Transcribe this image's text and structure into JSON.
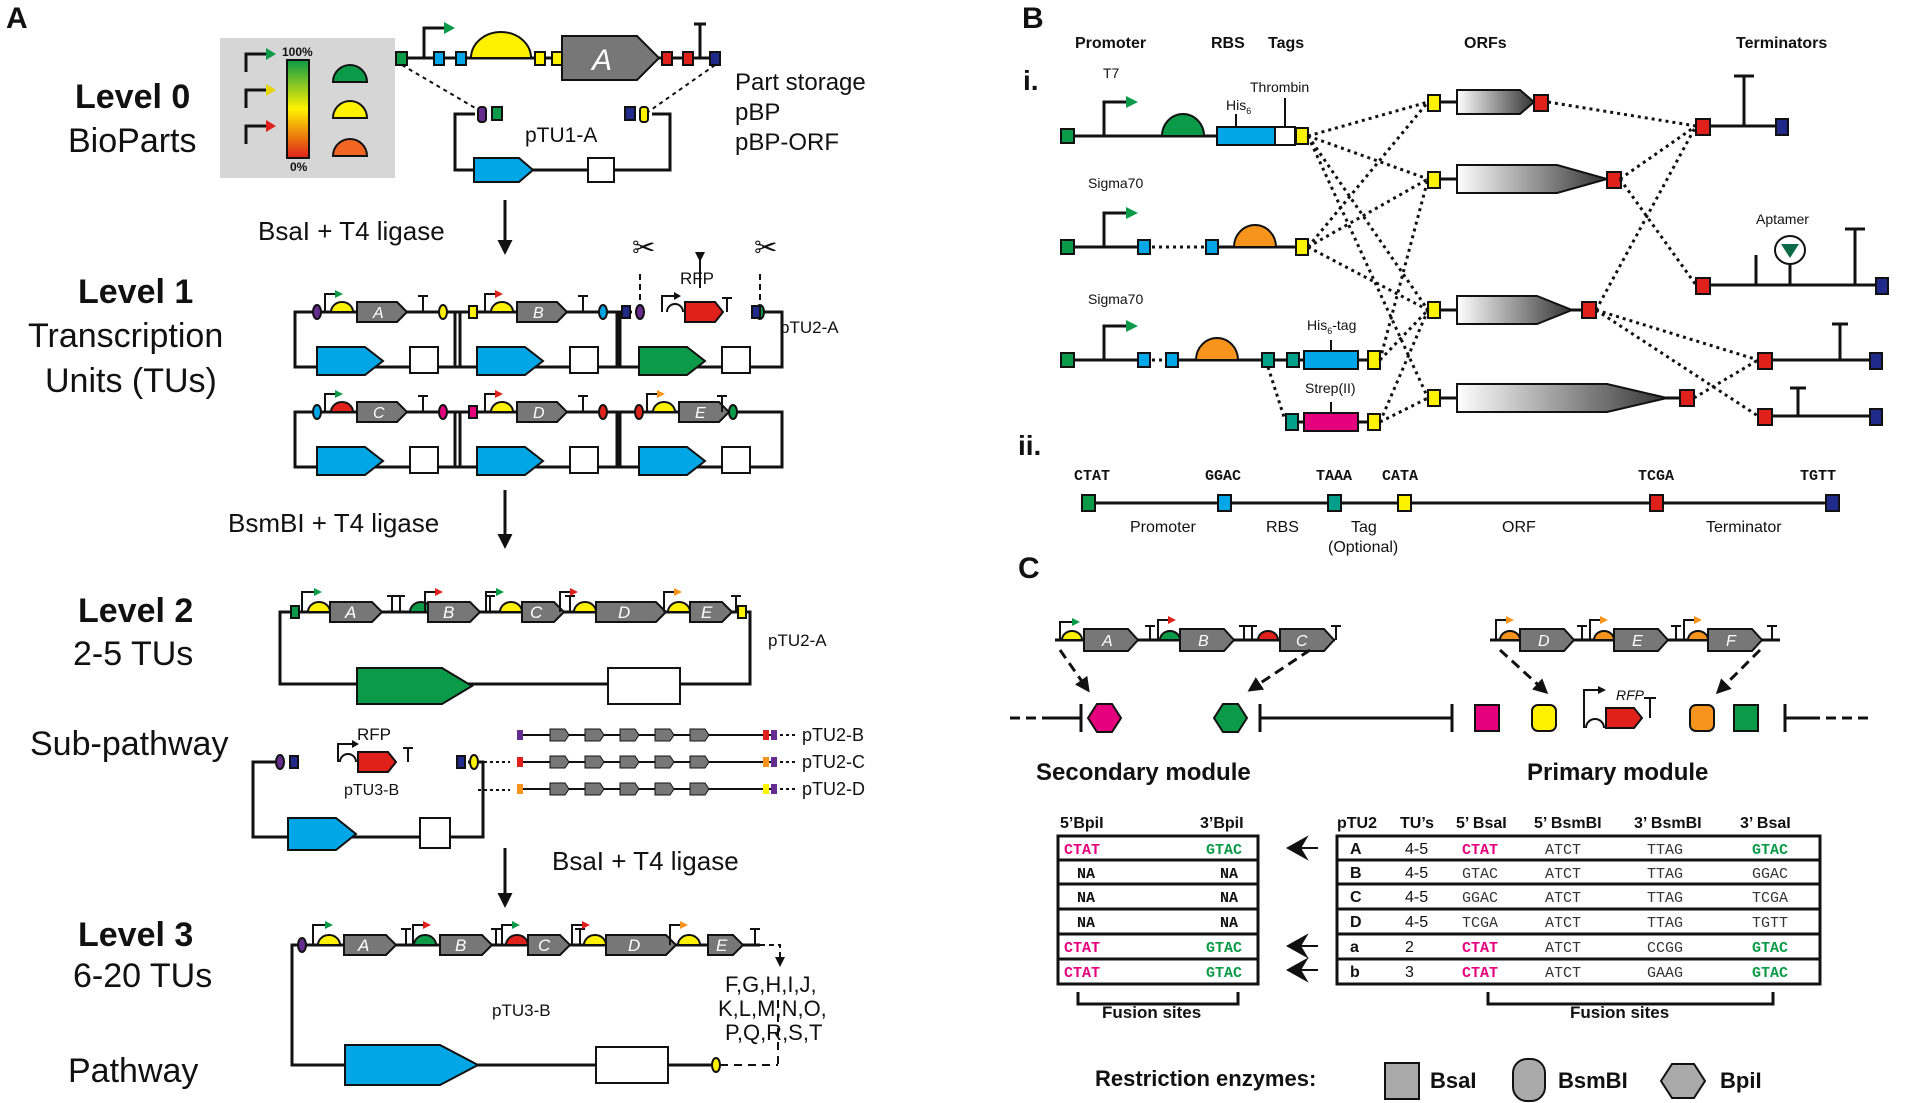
{
  "panels": {
    "a": "A",
    "b": "B",
    "c": "C"
  },
  "colors": {
    "green": "#0a9a48",
    "yellow": "#fff200",
    "red": "#e0201b",
    "blue": "#00a6e6",
    "magenta": "#e5007e",
    "orange": "#f7941d",
    "teal": "#00a08a",
    "navy": "#1f2a8a",
    "purple": "#662d91",
    "gray": "#777777",
    "panel_bg": "#d6d6d6"
  },
  "panelA": {
    "level0": {
      "title": "Level 0",
      "subtitle": "BioParts"
    },
    "legend": {
      "top": "100%",
      "bottom": "0%"
    },
    "gene_a": "A",
    "storage": {
      "line1": "Part storage",
      "line2": "pBP",
      "line3": "pBP-ORF"
    },
    "ptu1": "pTU1-A",
    "step1": "BsaI + T4 ligase",
    "level1": {
      "title": "Level 1",
      "sub1": "Transcription",
      "sub2": "Units (TUs)"
    },
    "tu_genes": [
      "A",
      "B",
      "C",
      "D",
      "E"
    ],
    "rfp": "RFP",
    "ptu2a_l1": "pTU2-A",
    "step2": "BsmBI + T4 ligase",
    "level2": {
      "title": "Level 2",
      "sub": "2-5 TUs"
    },
    "level2_genes": [
      "A",
      "B",
      "C",
      "D",
      "E"
    ],
    "ptu2a_l2": "pTU2-A",
    "subpathway": "Sub-pathway",
    "ptu3b_small": "pTU3-B",
    "rows": [
      "pTU2-B",
      "pTU2-C",
      "pTU2-D"
    ],
    "step3": "BsaI + T4 ligase",
    "level3": {
      "title": "Level 3",
      "sub": "6-20 TUs"
    },
    "level3_genes": [
      "A",
      "B",
      "C",
      "D",
      "E"
    ],
    "ptu3b": "pTU3-B",
    "extra_genes": {
      "l1": "F,G,H,I,J,",
      "l2": "K,L,M,N,O,",
      "l3": "P,Q,R,S,T"
    },
    "pathway": "Pathway"
  },
  "panelB": {
    "headers": {
      "promoter": "Promoter",
      "rbs": "RBS",
      "tags": "Tags",
      "orfs": "ORFs",
      "terminators": "Terminators"
    },
    "roman": {
      "i": "i.",
      "ii": "ii."
    },
    "t7": "T7",
    "thrombin": "Thrombin",
    "his": "His",
    "his_sub": "6",
    "sigma1": "Sigma70",
    "aptamer": "Aptamer",
    "sigma2": "Sigma70",
    "his_tag": "His",
    "his_tag_sub": "6",
    "his_tag_suffix": "-tag",
    "strep": "Strep(II)",
    "overhangs": [
      "CTAT",
      "GGAC",
      "TAAA",
      "CATA",
      "TCGA",
      "TGTT"
    ],
    "labels_ii": {
      "promoter": "Promoter",
      "rbs": "RBS",
      "tag": "Tag",
      "optional": "(Optional)",
      "orf": "ORF",
      "terminator": "Terminator"
    }
  },
  "panelC": {
    "genes_left": [
      "A",
      "B",
      "C"
    ],
    "genes_right": [
      "D",
      "E",
      "F"
    ],
    "rfp": "RFP",
    "secondary": "Secondary module",
    "primary": "Primary module",
    "left_table": {
      "headers": [
        "5’BpiI",
        "3’BpiI"
      ],
      "rows": [
        [
          "CTAT",
          "GTAC"
        ],
        [
          "NA",
          "NA"
        ],
        [
          "NA",
          "NA"
        ],
        [
          "NA",
          "NA"
        ],
        [
          "CTAT",
          "GTAC"
        ],
        [
          "CTAT",
          "GTAC"
        ]
      ],
      "footer": "Fusion sites"
    },
    "right_table": {
      "headers": [
        "pTU2",
        "TU’s",
        "5’ BsaI",
        "5’ BsmBI",
        "3’ BsmBI",
        "3’ BsaI"
      ],
      "rows": [
        [
          "A",
          "4-5",
          "CTAT",
          "ATCT",
          "TTAG",
          "GTAC"
        ],
        [
          "B",
          "4-5",
          "GTAC",
          "ATCT",
          "TTAG",
          "GGAC"
        ],
        [
          "C",
          "4-5",
          "GGAC",
          "ATCT",
          "TTAG",
          "TCGA"
        ],
        [
          "D",
          "4-5",
          "TCGA",
          "ATCT",
          "TTAG",
          "TGTT"
        ],
        [
          "a",
          "2",
          "CTAT",
          "ATCT",
          "CCGG",
          "GTAC"
        ],
        [
          "b",
          "3",
          "CTAT",
          "ATCT",
          "GAAG",
          "GTAC"
        ]
      ],
      "footer": "Fusion sites"
    },
    "enzymes": {
      "label": "Restriction enzymes:",
      "e1": "BsaI",
      "e2": "BsmBI",
      "e3": "BpiI"
    }
  }
}
